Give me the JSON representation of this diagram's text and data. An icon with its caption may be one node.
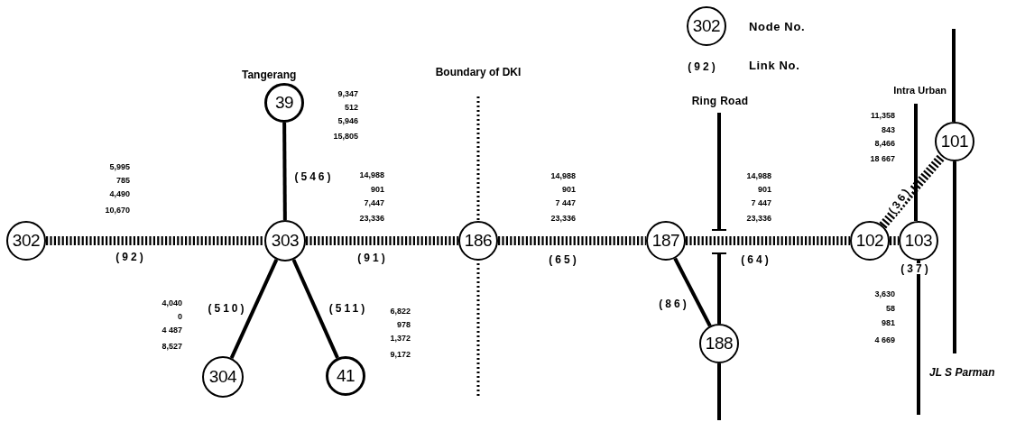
{
  "diagram": {
    "nodes": [
      {
        "text": [
          "302"
        ],
        "beside": [
          "Node No."
        ]
      },
      {
        "text": [
          "39"
        ],
        "beside": [
          "Tangerang"
        ]
      },
      {
        "text": [
          "302"
        ]
      },
      {
        "text": [
          "303"
        ]
      },
      {
        "text": [
          "186"
        ]
      },
      {
        "text": [
          "187"
        ]
      },
      {
        "text": [
          "102"
        ]
      },
      {
        "text": [
          "103"
        ]
      },
      {
        "text": [
          "101"
        ]
      },
      {
        "text": [
          "304"
        ]
      },
      {
        "text": [
          "41"
        ]
      },
      {
        "text": [
          "188"
        ]
      }
    ],
    "edges": [
      {
        "from": 2,
        "to": 3,
        "arrow": "none",
        "label": "(92)",
        "style": "dashed"
      },
      {
        "from": 1,
        "to": 3,
        "arrow": "none",
        "label": "(546)"
      },
      {
        "from": 3,
        "to": 4,
        "arrow": "none",
        "label": "(91)",
        "style": "dashed"
      },
      {
        "from": 4,
        "to": 5,
        "arrow": "none",
        "label": "(65)",
        "style": "dashed"
      },
      {
        "from": 5,
        "to": 6,
        "arrow": "none",
        "label": "(64)",
        "style": "dashed"
      },
      {
        "from": 6,
        "to": 7,
        "arrow": "none",
        "label": "(37)",
        "style": "dashed"
      },
      {
        "from": 6,
        "to": 8,
        "arrow": "none",
        "label": "(36)",
        "style": "dashed"
      },
      {
        "from": 3,
        "to": 9,
        "arrow": "none",
        "label": "(510)"
      },
      {
        "from": 3,
        "to": 10,
        "arrow": "none",
        "label": "(511)"
      },
      {
        "from": 5,
        "to": 11,
        "arrow": "none",
        "label": "(86)"
      }
    ],
    "labels": [
      "(92)",
      "Link No.",
      "Boundary of DKI",
      "Ring Road",
      "Intra Urban",
      "9,347",
      "512",
      "5,946",
      "15,805",
      "11,358",
      "843",
      "8,466",
      "18 667",
      "5,995",
      "785",
      "4,490",
      "10,670",
      "14,988",
      "901",
      "7,447",
      "23,336",
      "14,988",
      "901",
      "7 447",
      "23,336",
      "14,988",
      "901",
      "7 447",
      "23,336",
      "4,040",
      "0",
      "4 487",
      "8,527",
      "6,822",
      "978",
      "1,372",
      "9,172",
      "3,630",
      "58",
      "981",
      "4 669",
      "JL S Parman"
    ]
  }
}
